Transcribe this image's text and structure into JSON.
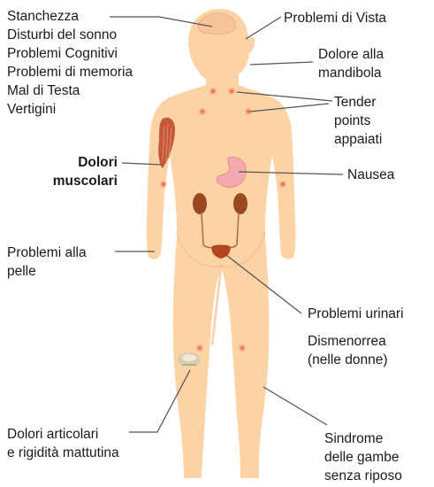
{
  "colors": {
    "skin": "#fbd3a5",
    "skin_shade": "#f5c190",
    "tender_point": "#ef6a4e",
    "muscle": "#c45a3a",
    "stomach": "#f4a8b0",
    "kidney": "#9a4a1e",
    "bladder": "#b3461f",
    "leader_line": "#555555"
  },
  "labels": {
    "left_symptoms": "Stanchezza\nDisturbi del sonno\nProblemi Cognitivi\nProblemi di memoria\nMal di Testa\nVertigini",
    "vista": "Problemi di Vista",
    "mandibola": "Dolore alla\nmandibola",
    "tender": "Tender\npoints\nappaiati",
    "muscolari": "Dolori\nmuscolari",
    "nausea": "Nausea",
    "pelle": "Problemi alla\npelle",
    "urinari": "Problemi urinari",
    "dismenorrea": "Dismenorrea\n(nelle donne)",
    "articolari": "Dolori articolari\ne rigidità mattutina",
    "gambe": "Sindrome\ndelle gambe\nsenza riposo"
  }
}
